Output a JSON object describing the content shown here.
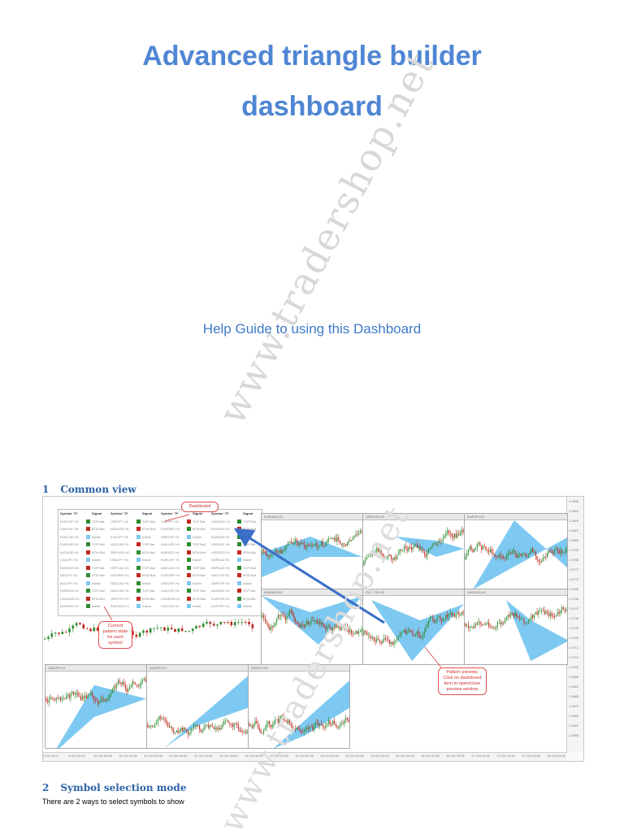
{
  "title_line1": "Advanced triangle builder",
  "title_line2": "dashboard",
  "subtitle": "Help Guide to using this Dashboard",
  "watermark": "www.tradershop.net",
  "section1": {
    "number": "1",
    "title": "Common view"
  },
  "section2": {
    "number": "2",
    "title": "Symbol selection mode"
  },
  "section2_text": "There are 2 ways to select symbols to show",
  "callouts": {
    "dashboard": "Dashboard",
    "current": "Current pattern state for each symbol",
    "preview": "Pattern preview. Click on dashboard item to open/close preview window"
  },
  "colors": {
    "title": "#4f86d4",
    "heading": "#2e62a8",
    "triangle_fill": "#66bfee",
    "bull_candle": "#2e8b2e",
    "bear_candle": "#c0281e",
    "callout": "#e05050",
    "arrow": "#3a6fc8"
  }
}
